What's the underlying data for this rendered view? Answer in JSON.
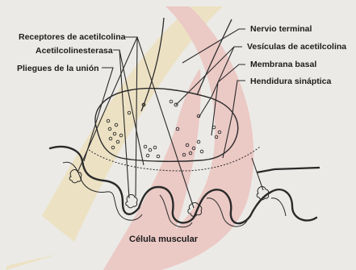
{
  "diagram": {
    "labels": {
      "receptores": "Receptores de acetilcolina",
      "acetilcolinesterasa": "Acetilcolinesterasa",
      "pliegues": "Pliegues de la unión",
      "nervio": "Nervio terminal",
      "vesiculas": "Vesículas de acetilcolina",
      "membrana": "Membrana basal",
      "hendidura": "Hendidura sináptica"
    },
    "caption": "Célula muscular",
    "colors": {
      "paper": "#ebeae6",
      "ink": "#2a2a2a",
      "watermark_red": "#ecc8c4",
      "watermark_yellow": "#ede1c2"
    }
  }
}
